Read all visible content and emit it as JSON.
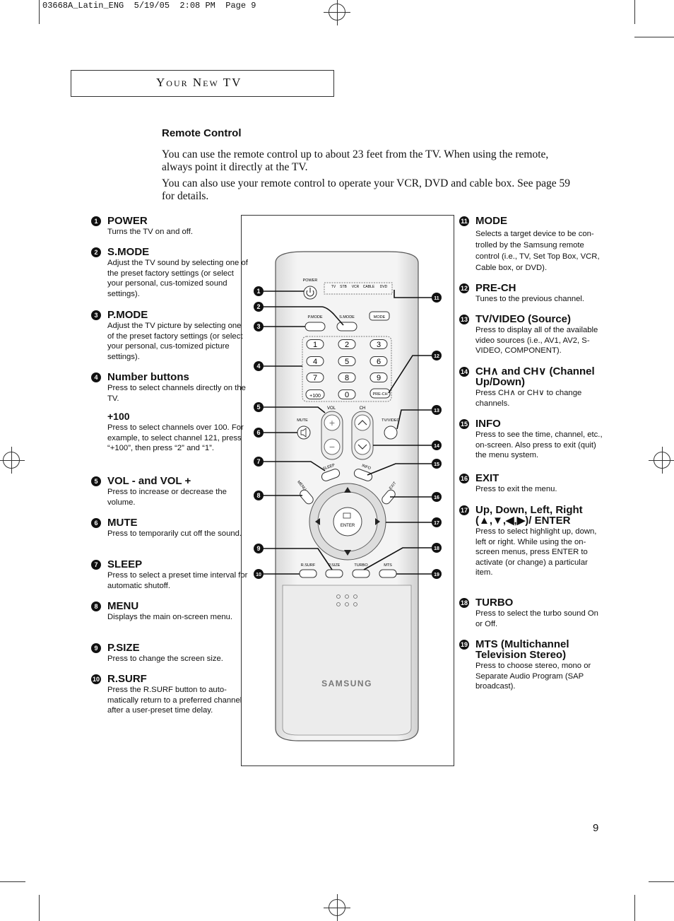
{
  "slug": "03668A_Latin_ENG  5/19/05  2:08 PM  Page 9",
  "header": "Your New TV",
  "section_title": "Remote Control",
  "intro": [
    "You can use the remote control up to about 23 feet from the TV. When using the remote, always point it directly at the TV.",
    "You can also use your remote control to operate your VCR, DVD and cable box. See page 59 for details."
  ],
  "left_items": [
    {
      "n": "1",
      "title": "POWER",
      "desc": "Turns the TV on and off."
    },
    {
      "n": "2",
      "title": "S.MODE",
      "desc": "Adjust the TV sound by selecting one of the preset factory settings (or select your personal, cus-tomized sound settings)."
    },
    {
      "n": "3",
      "title": "P.MODE",
      "desc": "Adjust the TV picture by selecting one of the preset factory settings (or select your personal, cus-tomized picture settings)."
    },
    {
      "n": "4",
      "title": "Number buttons",
      "desc": "Press to select channels directly on the TV."
    },
    {
      "n": "5",
      "title": "VOL - and VOL +",
      "desc": "Press to increase or decrease the volume."
    },
    {
      "n": "6",
      "title": "MUTE",
      "desc": "Press to temporarily cut off the sound."
    },
    {
      "n": "7",
      "title": "SLEEP",
      "desc": "Press to select a preset time interval for automatic shutoff."
    },
    {
      "n": "8",
      "title": "MENU",
      "desc": "Displays the main on-screen menu."
    },
    {
      "n": "9",
      "title": "P.SIZE",
      "desc": "Press to change the screen size."
    },
    {
      "n": "10",
      "title": "R.SURF",
      "desc": "Press the R.SURF button to auto-matically return to a preferred channel after a user-preset time delay."
    }
  ],
  "plus100": {
    "title": "+100",
    "desc": "Press to select channels over 100. For example, to select channel 121, press “+100”, then press “2” and “1”."
  },
  "right_items": [
    {
      "n": "11",
      "title": "MODE",
      "desc": "Selects a target device to be con-trolled by the Samsung remote control (i.e., TV, Set Top Box, VCR, Cable box, or DVD)."
    },
    {
      "n": "12",
      "title": "PRE-CH",
      "desc": "Tunes to the previous channel."
    },
    {
      "n": "13",
      "title": "TV/VIDEO (Source)",
      "desc": "Press to display all of the available video sources (i.e., AV1, AV2, S-VIDEO, COMPONENT)."
    },
    {
      "n": "14",
      "title": "CH∧ and CH∨ (Channel Up/Down)",
      "desc": "Press CH∧ or CH∨ to change channels."
    },
    {
      "n": "15",
      "title": "INFO",
      "desc": "Press to see the time, channel, etc., on-screen. Also press to exit (quit) the menu system."
    },
    {
      "n": "16",
      "title": "EXIT",
      "desc": "Press to exit the menu."
    },
    {
      "n": "17",
      "title": "Up, Down, Left, Right (▲,▼,◀,▶)/ ENTER",
      "desc": "Press to select highlight up, down, left or right. While using the on-screen menus, press ENTER to activate (or change) a particular item."
    },
    {
      "n": "18",
      "title": "TURBO",
      "desc": "Press to select the turbo sound On or Off."
    },
    {
      "n": "19",
      "title": "MTS (Multichannel Television Stereo)",
      "desc": "Press to choose stereo, mono or Separate Audio Program (SAP broadcast)."
    }
  ],
  "remote": {
    "power": "POWER",
    "modes": [
      "TV",
      "STB",
      "VCR",
      "CABLE",
      "DVD"
    ],
    "pmode": "P.MODE",
    "smode": "S.MODE",
    "mode": "MODE",
    "digits": [
      "1",
      "2",
      "3",
      "4",
      "5",
      "6",
      "7",
      "8",
      "9",
      "+100",
      "0"
    ],
    "prech": "PRE-CH",
    "vol": "VOL",
    "ch": "CH",
    "tvvideo": "TV/VIDEO",
    "mute": "MUTE",
    "sleep": "SLEEP",
    "info": "INFO",
    "menu": "MENU",
    "exit": "EXIT",
    "enter": "ENTER",
    "rsurf": "R.SURF",
    "psize": "P.SIZE",
    "turbo": "TURBO",
    "mts": "MTS",
    "brand": "SAMSUNG"
  },
  "page_number": "9"
}
